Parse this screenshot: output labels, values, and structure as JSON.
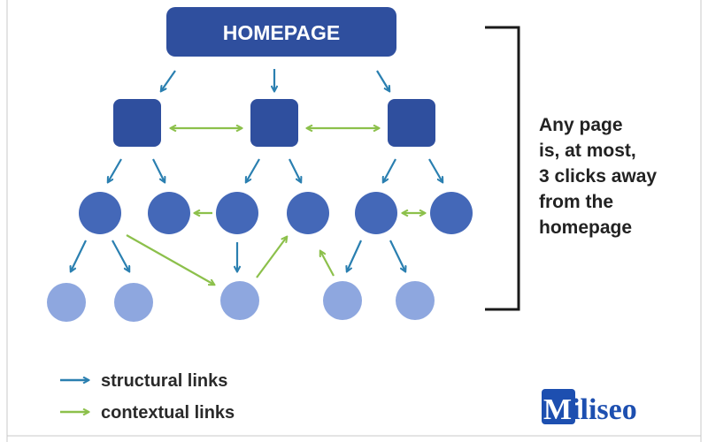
{
  "diagram": {
    "homepage_label": "HOMEPAGE",
    "bracket_text_lines": [
      "Any page",
      "is, at most,",
      "3 clicks away",
      "from the",
      "homepage"
    ]
  },
  "legend": {
    "structural_label": "structural links",
    "contextual_label": "contextual links"
  },
  "logo": {
    "text": "Miliseo"
  },
  "colors": {
    "homepage_fill": "#2f4f9e",
    "level1_fill": "#2f4f9e",
    "level2_fill": "#4468b8",
    "level3_fill": "#8ea7df",
    "structural_arrow": "#2a7fb0",
    "contextual_arrow": "#8cc04b",
    "bracket": "#1a1a1a",
    "text": "#222222",
    "logo_blue": "#1d4fb0"
  }
}
